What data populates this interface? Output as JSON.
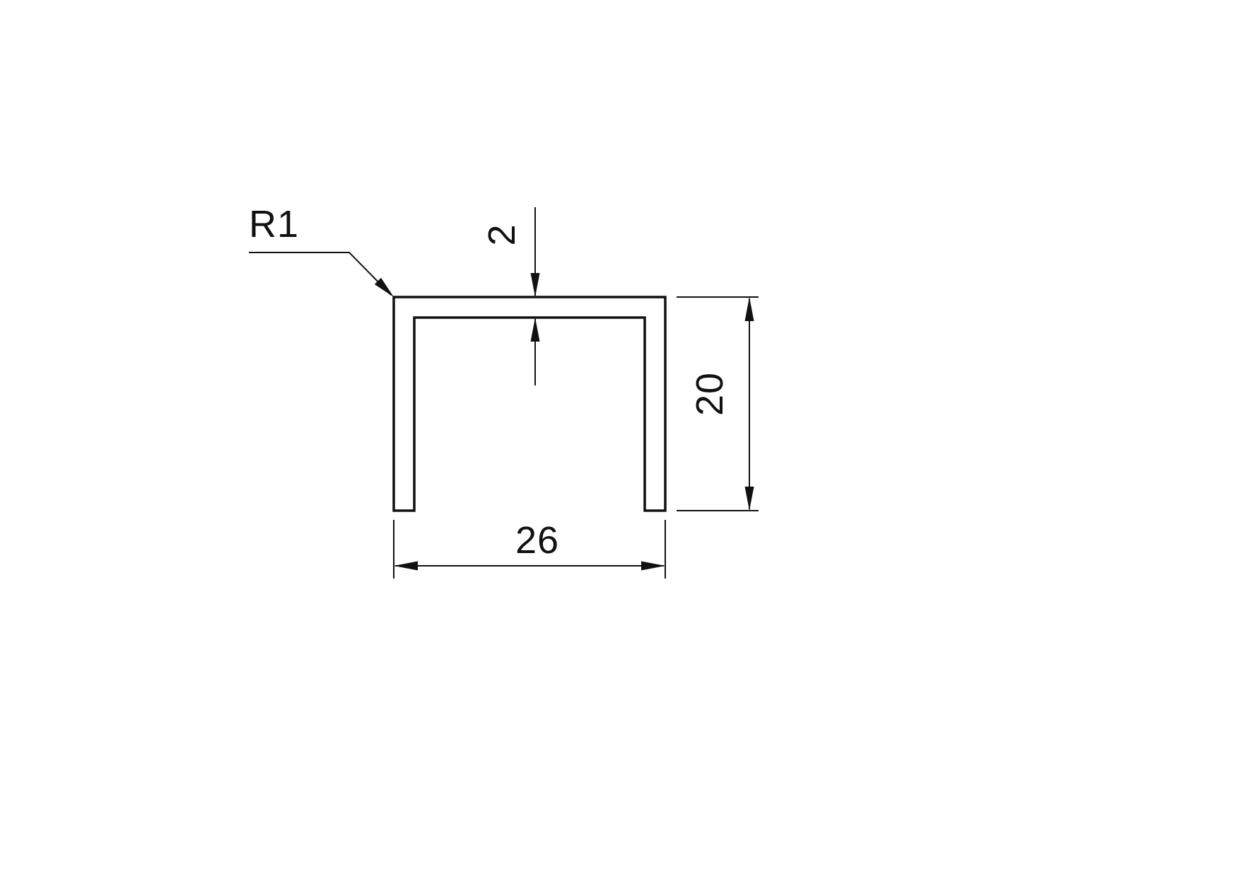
{
  "drawing": {
    "description": "U-channel profile cross-section technical drawing",
    "line_color": "#111111",
    "background_color": "#ffffff",
    "labels": {
      "width_dim": "26",
      "height_dim": "20",
      "thickness_dim": "2",
      "radius_callout": "R1"
    }
  }
}
